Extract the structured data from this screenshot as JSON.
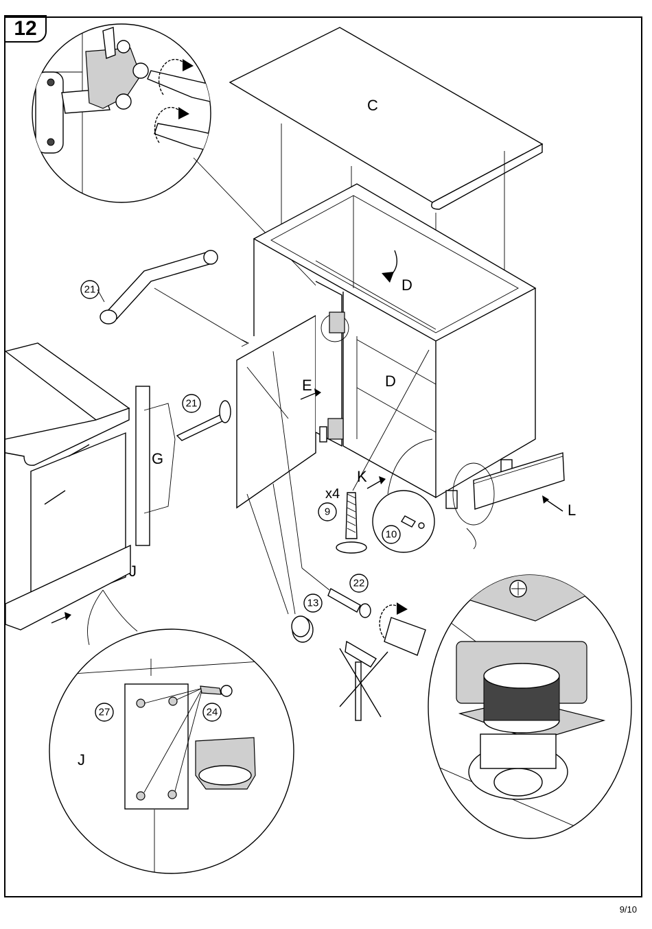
{
  "step": {
    "number": "12"
  },
  "page": {
    "number": "9/10"
  },
  "letters": {
    "C": "C",
    "D_top": "D",
    "D_side": "D",
    "E": "E",
    "G": "G",
    "J_main": "J",
    "J_detail": "J",
    "K": "K",
    "L": "L"
  },
  "parts": {
    "handle": "21",
    "screw_handle": "21",
    "screw_long": "9",
    "quantity": "x4",
    "pin": "10",
    "knob": "13",
    "screw_knob": "22",
    "plate": "27",
    "screw_plate": "24"
  },
  "icons": [
    "hinge-detail",
    "screwdriver-icon",
    "rotation-arrow-icon",
    "hammer-prohibited-icon",
    "leg-clip-detail"
  ]
}
